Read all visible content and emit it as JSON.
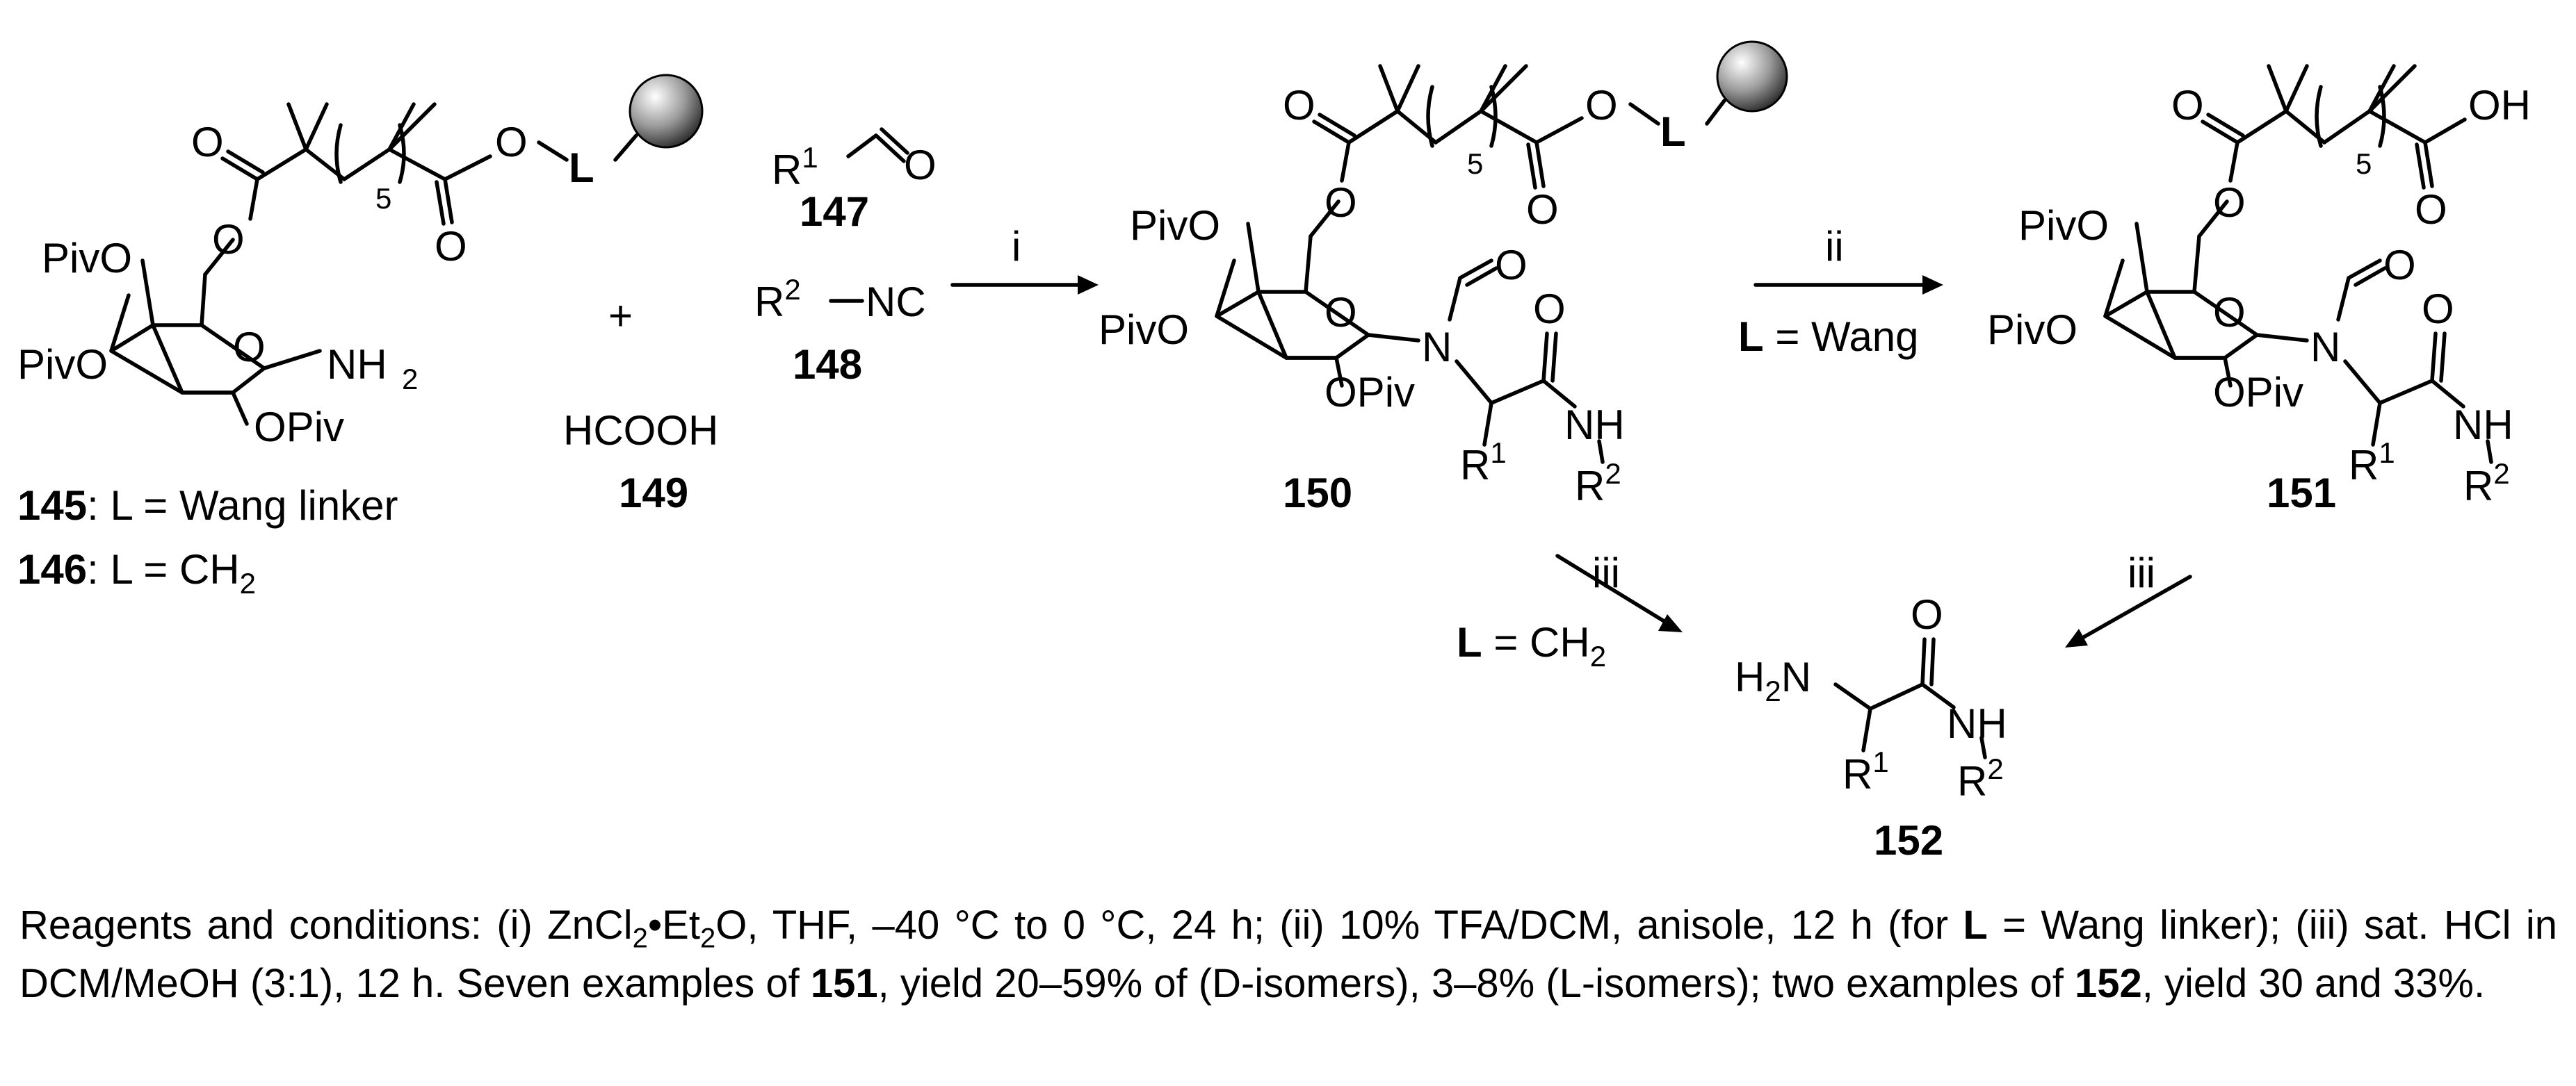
{
  "compounds": {
    "c145": {
      "id": "145",
      "suffix": ": L = Wang linker"
    },
    "c146": {
      "id": "146",
      "suffix": ": L = CH",
      "sub": "2"
    },
    "c147": {
      "id": "147",
      "r": "R",
      "r_sup": "1"
    },
    "c148": {
      "id": "148",
      "r": "R",
      "r_sup": "2",
      "group": "NC"
    },
    "c149": {
      "id": "149",
      "formula": "HCOOH"
    },
    "c150": {
      "id": "150"
    },
    "c151": {
      "id": "151"
    },
    "c152": {
      "id": "152"
    }
  },
  "atom_labels": {
    "piv_o": "PivO",
    "o_piv": "OPiv",
    "o": "O",
    "n": "N",
    "nh": "NH",
    "nh2": "NH",
    "h2n_h": "H",
    "h2n_n": "N",
    "two": "2",
    "five": "5",
    "l": "L",
    "oh": "OH",
    "r": "R",
    "sup1": "1",
    "sup2": "2",
    "plus": "+"
  },
  "steps": {
    "i": {
      "label": "i"
    },
    "ii": {
      "label": "ii",
      "condition_bold": "L",
      "condition": " = Wang"
    },
    "iii_left": {
      "label": "iii",
      "condition_bold": "L",
      "condition": " = CH",
      "sub": "2"
    },
    "iii_right": {
      "label": "iii"
    }
  },
  "caption": {
    "p1": "Reagents and conditions: (i) ZnCl",
    "sub1": "2",
    "p2": "•Et",
    "sub2": "2",
    "p3": "O, THF, –40 °C to 0 °C, 24 h; (ii) 10% TFA/DCM, anisole, 12 h (for ",
    "b1": "L",
    "p4": " = Wang linker); (iii) sat. HCl in DCM/MeOH (3:1), 12 h. Seven examples of ",
    "b2": "151",
    "p5": ", yield 20–59% of (D-isomers), 3–8% (L-isomers); two examples of ",
    "b3": "152",
    "p6": ", yield 30 and 33%."
  }
}
